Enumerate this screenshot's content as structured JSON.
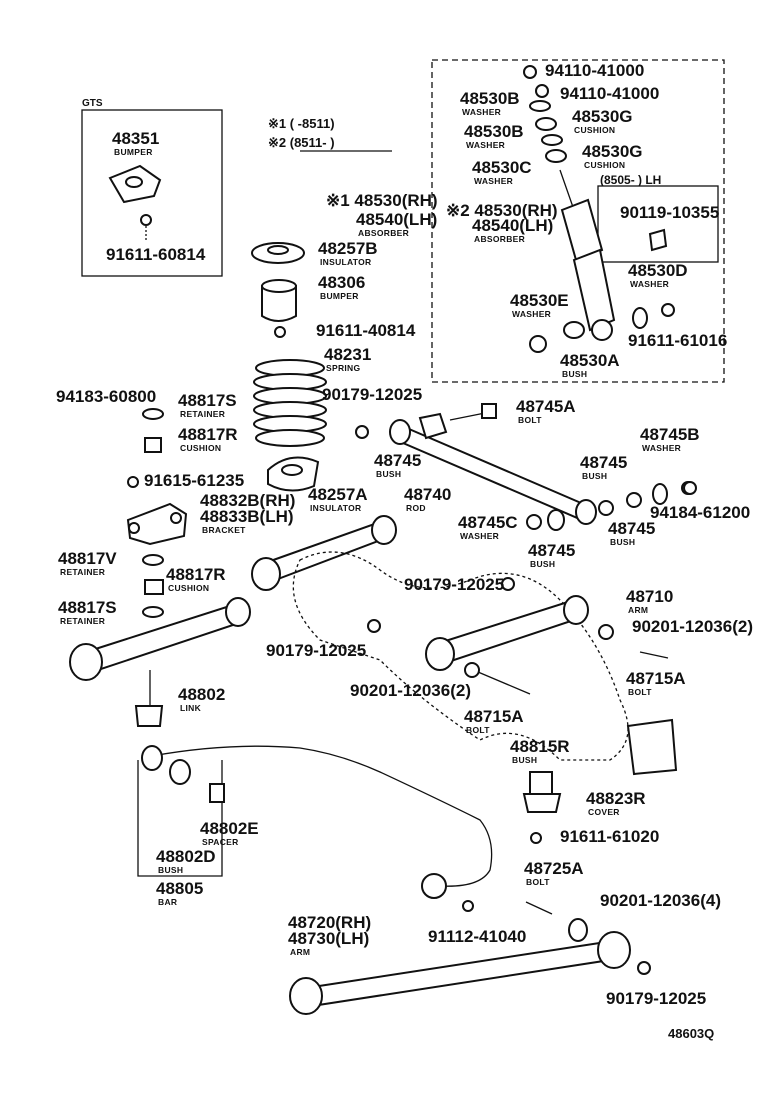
{
  "diagram_code": "48603Q",
  "header": {
    "gts": "GTS",
    "note1": "※1 (        -8511)",
    "note2": "※2 (8511-          )",
    "lh_range": "(8505-         ) LH"
  },
  "parts": [
    {
      "id": "p48351",
      "num": "48351",
      "name": "BUMPER"
    },
    {
      "id": "p91611_60814",
      "num": "91611-60814",
      "name": ""
    },
    {
      "id": "p48257B",
      "num": "48257B",
      "name": "INSULATOR"
    },
    {
      "id": "p48306",
      "num": "48306",
      "name": "BUMPER"
    },
    {
      "id": "p91611_40814",
      "num": "91611-40814",
      "name": ""
    },
    {
      "id": "p48231",
      "num": "48231",
      "name": "SPRING"
    },
    {
      "id": "p48530_1",
      "num": "※1 48530(RH)",
      "name": ""
    },
    {
      "id": "p48540_1",
      "num": "48540(LH)",
      "name": "ABSORBER"
    },
    {
      "id": "p94110_a",
      "num": "94110-41000",
      "name": ""
    },
    {
      "id": "p94110_b",
      "num": "94110-41000",
      "name": ""
    },
    {
      "id": "p48530B_a",
      "num": "48530B",
      "name": "WASHER"
    },
    {
      "id": "p48530G_a",
      "num": "48530G",
      "name": "CUSHION"
    },
    {
      "id": "p48530B_b",
      "num": "48530B",
      "name": "WASHER"
    },
    {
      "id": "p48530G_b",
      "num": "48530G",
      "name": "CUSHION"
    },
    {
      "id": "p48530C",
      "num": "48530C",
      "name": "WASHER"
    },
    {
      "id": "p48530_2",
      "num": "※2 48530(RH)",
      "name": ""
    },
    {
      "id": "p48540_2",
      "num": "48540(LH)",
      "name": "ABSORBER"
    },
    {
      "id": "p90119",
      "num": "90119-10355",
      "name": ""
    },
    {
      "id": "p48530D",
      "num": "48530D",
      "name": "WASHER"
    },
    {
      "id": "p48530E",
      "num": "48530E",
      "name": "WASHER"
    },
    {
      "id": "p91611_61016",
      "num": "91611-61016",
      "name": ""
    },
    {
      "id": "p48530A",
      "num": "48530A",
      "name": "BUSH"
    },
    {
      "id": "p94183",
      "num": "94183-60800",
      "name": ""
    },
    {
      "id": "p48817S_a",
      "num": "48817S",
      "name": "RETAINER"
    },
    {
      "id": "p48817R_a",
      "num": "48817R",
      "name": "CUSHION"
    },
    {
      "id": "p90179_a",
      "num": "90179-12025",
      "name": ""
    },
    {
      "id": "p48745A",
      "num": "48745A",
      "name": "BOLT"
    },
    {
      "id": "p48745B",
      "num": "48745B",
      "name": "WASHER"
    },
    {
      "id": "p91615",
      "num": "91615-61235",
      "name": ""
    },
    {
      "id": "p48832B",
      "num": "48832B(RH)",
      "name": ""
    },
    {
      "id": "p48833B",
      "num": "48833B(LH)",
      "name": "BRACKET"
    },
    {
      "id": "p48257A",
      "num": "48257A",
      "name": "INSULATOR"
    },
    {
      "id": "p48745_a",
      "num": "48745",
      "name": "BUSH"
    },
    {
      "id": "p48740",
      "num": "48740",
      "name": "ROD"
    },
    {
      "id": "p48745_b",
      "num": "48745",
      "name": "BUSH"
    },
    {
      "id": "p94184",
      "num": "94184-61200",
      "name": ""
    },
    {
      "id": "p48745C",
      "num": "48745C",
      "name": "WASHER"
    },
    {
      "id": "p48745_c",
      "num": "48745",
      "name": "BUSH"
    },
    {
      "id": "p48745_d",
      "num": "48745",
      "name": "BUSH"
    },
    {
      "id": "p48817V",
      "num": "48817V",
      "name": "RETAINER"
    },
    {
      "id": "p48817R_b",
      "num": "48817R",
      "name": "CUSHION"
    },
    {
      "id": "p90179_b",
      "num": "90179-12025",
      "name": ""
    },
    {
      "id": "p48817S_b",
      "num": "48817S",
      "name": "RETAINER"
    },
    {
      "id": "p48710",
      "num": "48710",
      "name": "ARM"
    },
    {
      "id": "p90201_a",
      "num": "90201-12036(2)",
      "name": ""
    },
    {
      "id": "p90179_c",
      "num": "90179-12025",
      "name": ""
    },
    {
      "id": "p48715A_a",
      "num": "48715A",
      "name": "BOLT"
    },
    {
      "id": "p48802",
      "num": "48802",
      "name": "LINK"
    },
    {
      "id": "p90201_b",
      "num": "90201-12036(2)",
      "name": ""
    },
    {
      "id": "p48715A_b",
      "num": "48715A",
      "name": "BOLT"
    },
    {
      "id": "p48815R",
      "num": "48815R",
      "name": "BUSH"
    },
    {
      "id": "p48823R",
      "num": "48823R",
      "name": "COVER"
    },
    {
      "id": "p91611_61020",
      "num": "91611-61020",
      "name": ""
    },
    {
      "id": "p48802E",
      "num": "48802E",
      "name": "SPACER"
    },
    {
      "id": "p48802D",
      "num": "48802D",
      "name": "BUSH"
    },
    {
      "id": "p48805",
      "num": "48805",
      "name": "BAR"
    },
    {
      "id": "p48725A",
      "num": "48725A",
      "name": "BOLT"
    },
    {
      "id": "p90201_c",
      "num": "90201-12036(4)",
      "name": ""
    },
    {
      "id": "p91112",
      "num": "91112-41040",
      "name": ""
    },
    {
      "id": "p48720",
      "num": "48720(RH)",
      "name": ""
    },
    {
      "id": "p48730",
      "num": "48730(LH)",
      "name": "ARM"
    },
    {
      "id": "p90179_d",
      "num": "90179-12025",
      "name": ""
    }
  ]
}
